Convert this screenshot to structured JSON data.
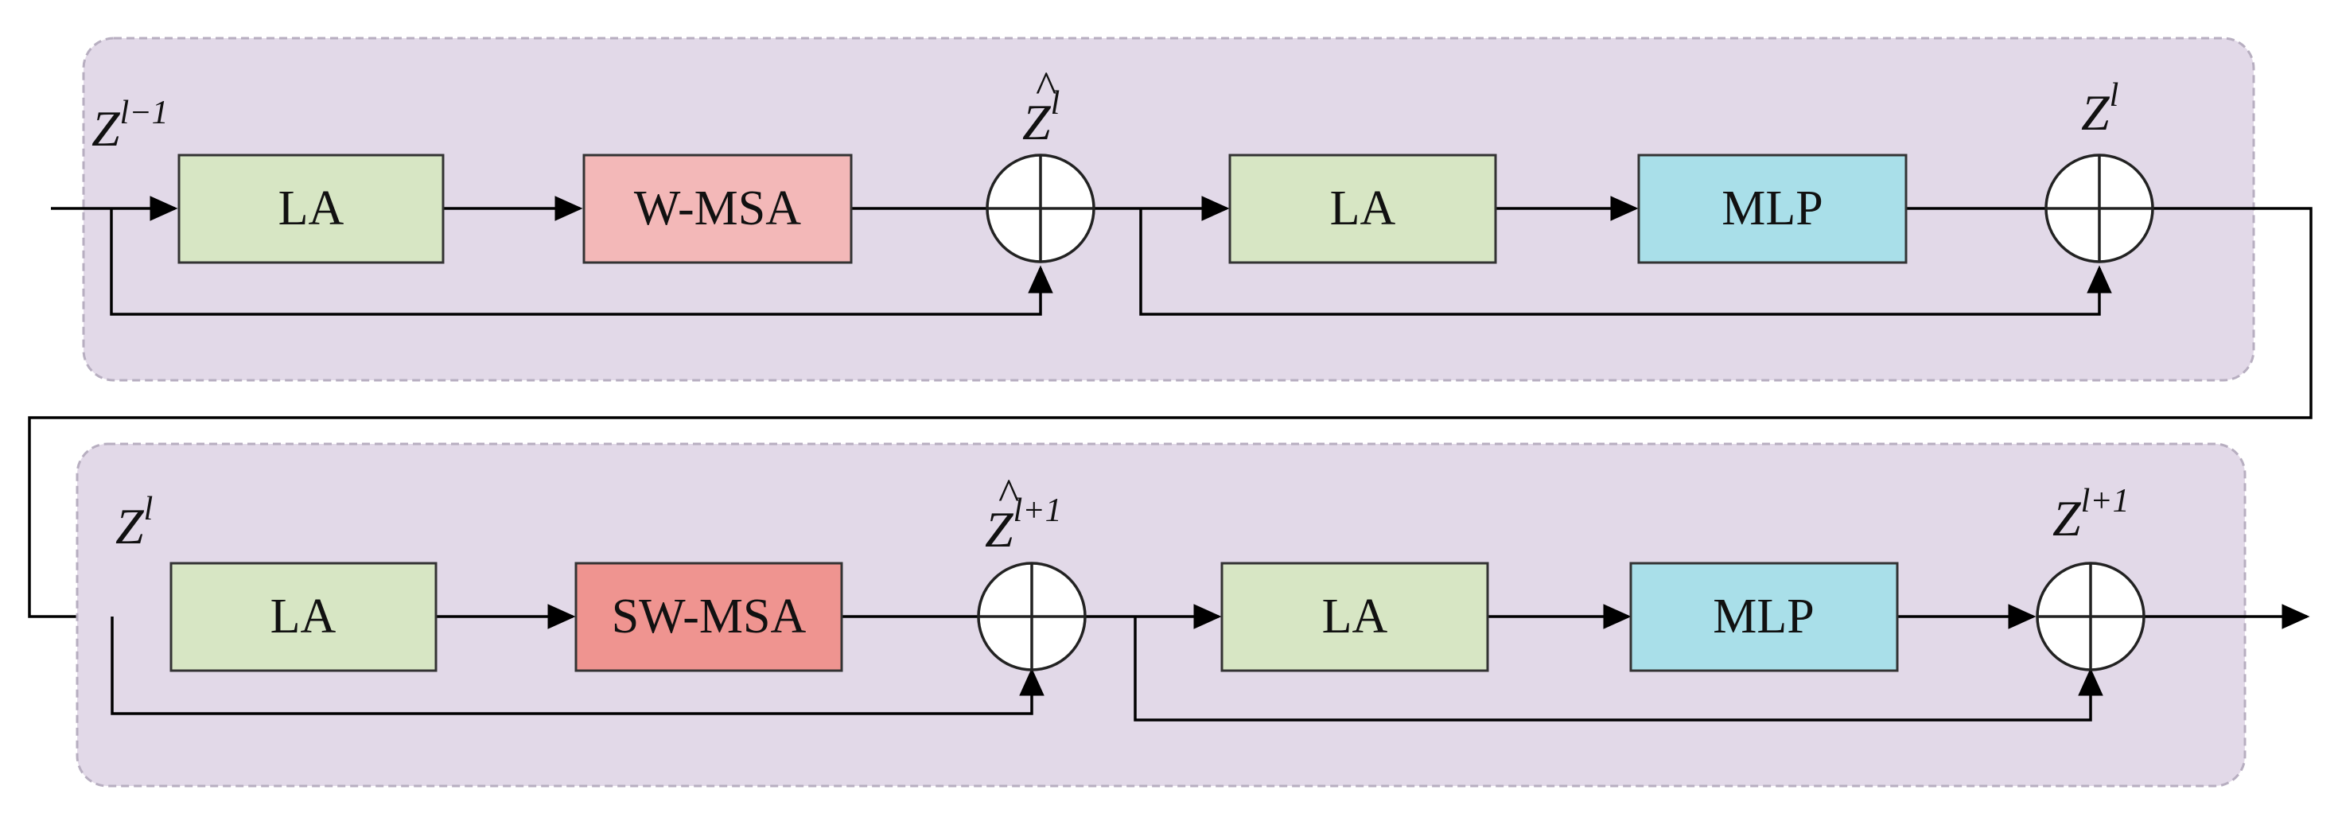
{
  "colors": {
    "panel": "#e2d9e8",
    "la": "#d7e6c4",
    "w_msa": "#f3b8b8",
    "sw_msa": "#ef9490",
    "mlp": "#a9dfe9"
  },
  "block1": {
    "input_label": "Z",
    "input_sup": "l−1",
    "la1": "LA",
    "attention": "W-MSA",
    "sum1_label": "Z",
    "sum1_hat": "^",
    "sum1_sup": "l",
    "la2": "LA",
    "mlp": "MLP",
    "sum2_label": "Z",
    "sum2_sup": "l"
  },
  "block2": {
    "input_label": "Z",
    "input_sup": "l",
    "la1": "LA",
    "attention": "SW-MSA",
    "sum1_label": "Z",
    "sum1_hat": "^",
    "sum1_sup": "l+1",
    "la2": "LA",
    "mlp": "MLP",
    "sum2_label": "Z",
    "sum2_sup": "l+1"
  }
}
